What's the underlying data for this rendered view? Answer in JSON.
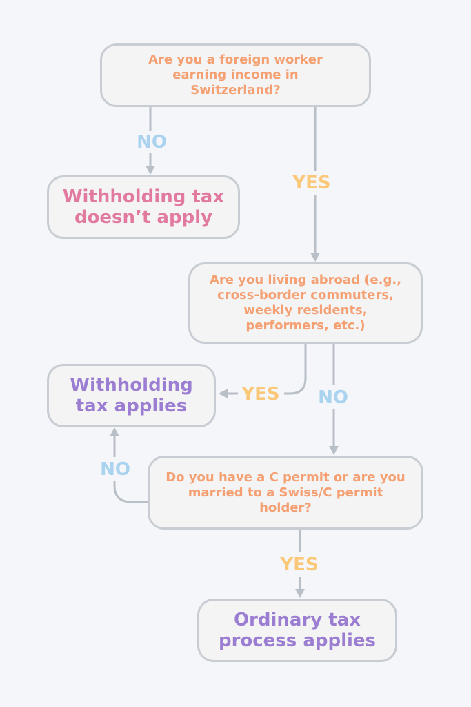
{
  "nodes": {
    "q1": "Are you a foreign worker earning income in Switzerland?",
    "r_no_tax": "Withholding tax doesn’t apply",
    "q2": "Are you living abroad (e.g., cross-border commuters, weekly residents, performers, etc.)",
    "r_withholding": "Withholding tax applies",
    "q3": "Do you have a C permit or are you married to a Swiss/C permit holder?",
    "r_ordinary": "Ordinary tax process applies"
  },
  "edges": {
    "q1_no": "NO",
    "q1_yes": "YES",
    "q2_yes": "YES",
    "q2_no": "NO",
    "q3_no": "NO",
    "q3_yes": "YES"
  },
  "colors": {
    "question": "#f4a072",
    "result_pink": "#e27aa0",
    "result_purple": "#9b7ed1",
    "yes": "#fbc87a",
    "no": "#a9d3ef",
    "connector": "#b9bfc6",
    "box_border": "#c8cdd3",
    "box_fill": "#f4f4f5",
    "background": "#f4f6f9"
  }
}
